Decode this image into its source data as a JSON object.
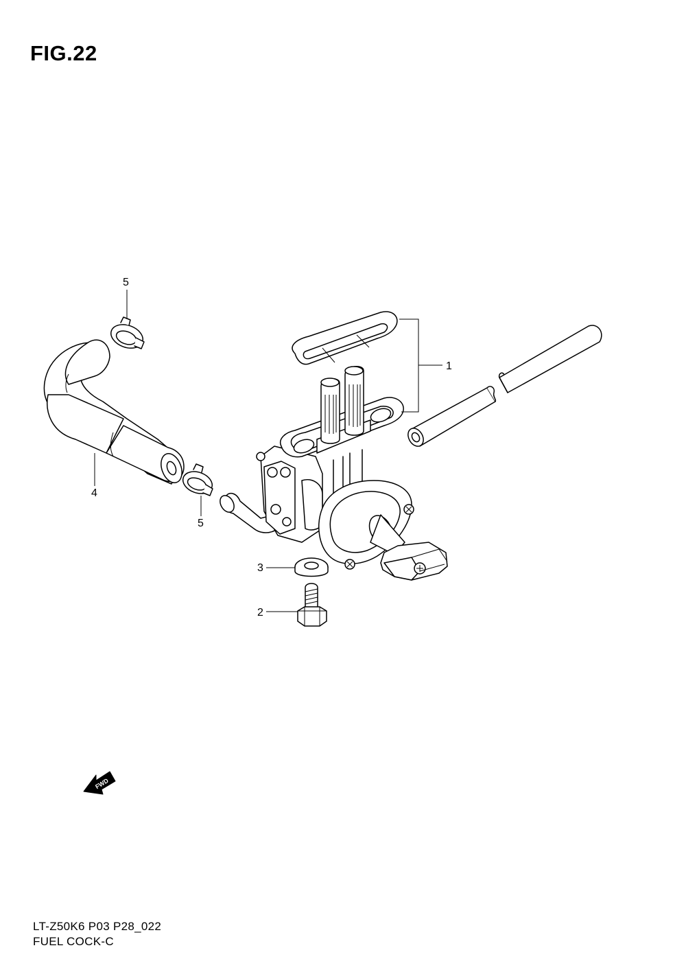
{
  "figure": {
    "title": "FIG.22"
  },
  "callouts": {
    "part_1": "1",
    "part_2": "2",
    "part_3": "3",
    "part_4": "4",
    "part_5_top": "5",
    "part_5_bottom": "5"
  },
  "fwd_label": "FWD",
  "footer": {
    "model_code": "LT-Z50K6 P03 P28_022",
    "assembly_name": "FUEL COCK-C"
  }
}
